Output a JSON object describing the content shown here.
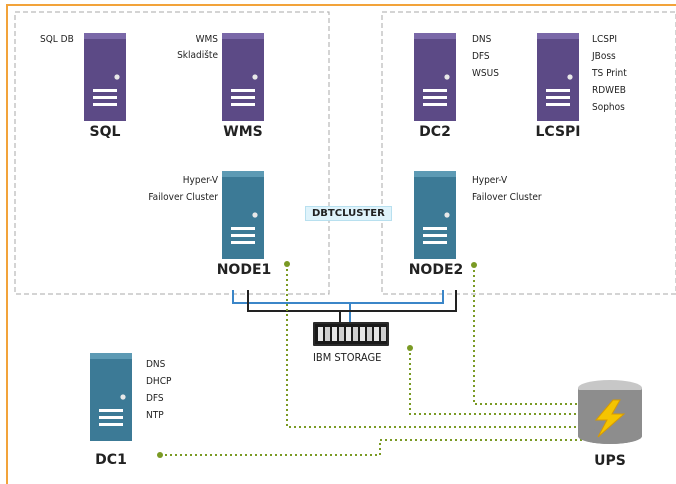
{
  "colors": {
    "frame_orange": "#f2a33a",
    "dashed_gray": "#a8a8a8",
    "server_purple": "#5c4a86",
    "server_teal": "#3c7a96",
    "link_blue": "#3b86c8",
    "link_black": "#222222",
    "power_green": "#7a9a24",
    "ups_gray": "#8a8a8a"
  },
  "servers": [
    {
      "id": "sql",
      "name": "SQL",
      "style": "purple",
      "services": [
        "SQL DB"
      ]
    },
    {
      "id": "wms",
      "name": "WMS",
      "style": "purple",
      "services": [
        "WMS",
        "Skladište"
      ]
    },
    {
      "id": "dc2",
      "name": "DC2",
      "style": "purple",
      "services": [
        "DNS",
        "DFS",
        "WSUS"
      ]
    },
    {
      "id": "lcspi",
      "name": "LCSPI",
      "style": "purple",
      "services": [
        "LCSPI",
        "JBoss",
        "TS Print",
        "RDWEB",
        "Sophos"
      ]
    },
    {
      "id": "node1",
      "name": "NODE1",
      "style": "teal",
      "services": [
        "Hyper-V",
        "Failover Cluster"
      ]
    },
    {
      "id": "node2",
      "name": "NODE2",
      "style": "teal",
      "services": [
        "Hyper-V",
        "Failover Cluster"
      ]
    },
    {
      "id": "dc1",
      "name": "DC1",
      "style": "teal",
      "services": [
        "DNS",
        "DHCP",
        "DFS",
        "NTP"
      ]
    }
  ],
  "cluster": {
    "label": "DBTCLUSTER"
  },
  "storage": {
    "label": "IBM STORAGE",
    "icon": "storage-array-icon"
  },
  "ups": {
    "label": "UPS",
    "icon": "lightning-bolt-icon"
  }
}
